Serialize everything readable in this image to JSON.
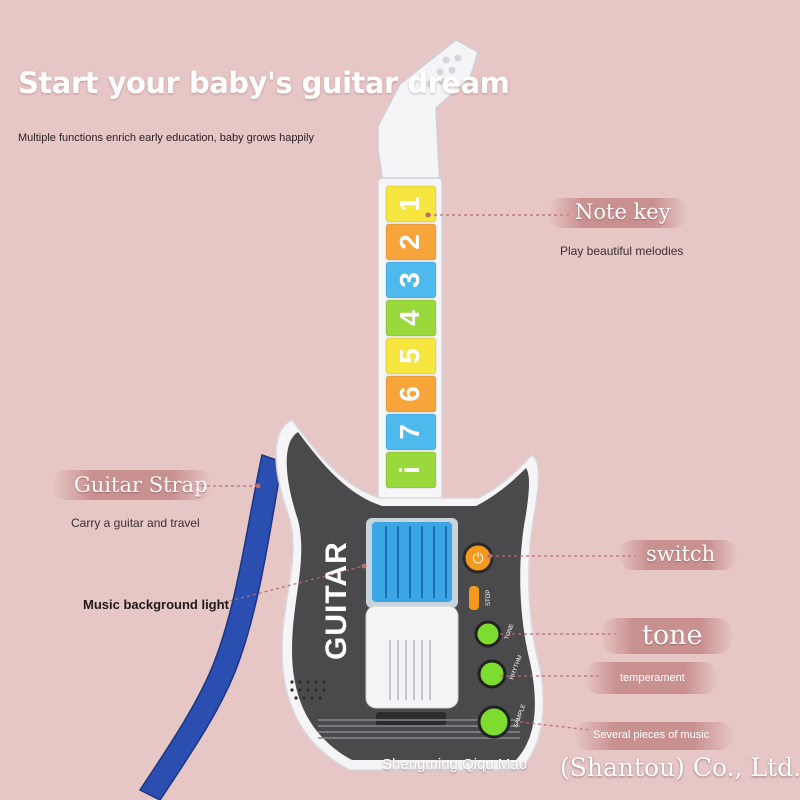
{
  "headline": "Start your baby's guitar dream",
  "subline": "Multiple functions enrich early education, baby grows happily",
  "callouts": {
    "note_key": {
      "label": "Note key",
      "detail": "Play beautiful melodies"
    },
    "guitar_strap": {
      "label": "Guitar Strap",
      "detail": "Carry a guitar and travel"
    },
    "music_light": {
      "label": "Music background light"
    },
    "switch": {
      "label": "switch"
    },
    "tone": {
      "label": "tone"
    },
    "temperament": {
      "label": "temperament"
    },
    "music_pieces": {
      "label": "Several pieces of music"
    }
  },
  "footer": {
    "maker": "Shengming Qiqu Mao",
    "maker_loc": "(Shantou) Co., Ltd."
  },
  "guitar": {
    "brand_text": "GUITAR",
    "keys": [
      {
        "label": "1",
        "color": "#f7e640"
      },
      {
        "label": "2",
        "color": "#f7a53a"
      },
      {
        "label": "3",
        "color": "#4db9ec"
      },
      {
        "label": "4",
        "color": "#9ad93c"
      },
      {
        "label": "5",
        "color": "#f7e640"
      },
      {
        "label": "6",
        "color": "#f7a53a"
      },
      {
        "label": "7",
        "color": "#4db9ec"
      },
      {
        "label": "i",
        "color": "#9ad93c"
      }
    ],
    "stop_label": "STOP",
    "knobs": [
      {
        "label": "TONE"
      },
      {
        "label": "RHYTHM"
      },
      {
        "label": "SAMPLE"
      }
    ]
  },
  "colors": {
    "background": "#e7c6c6",
    "body_dark": "#4a4a4c",
    "body_white": "#f4f4f6",
    "strap": "#2b4fb0",
    "knob_green": "#7ddc2e",
    "switch_orange": "#f39a1c",
    "leader_line": "#b86c6c"
  }
}
